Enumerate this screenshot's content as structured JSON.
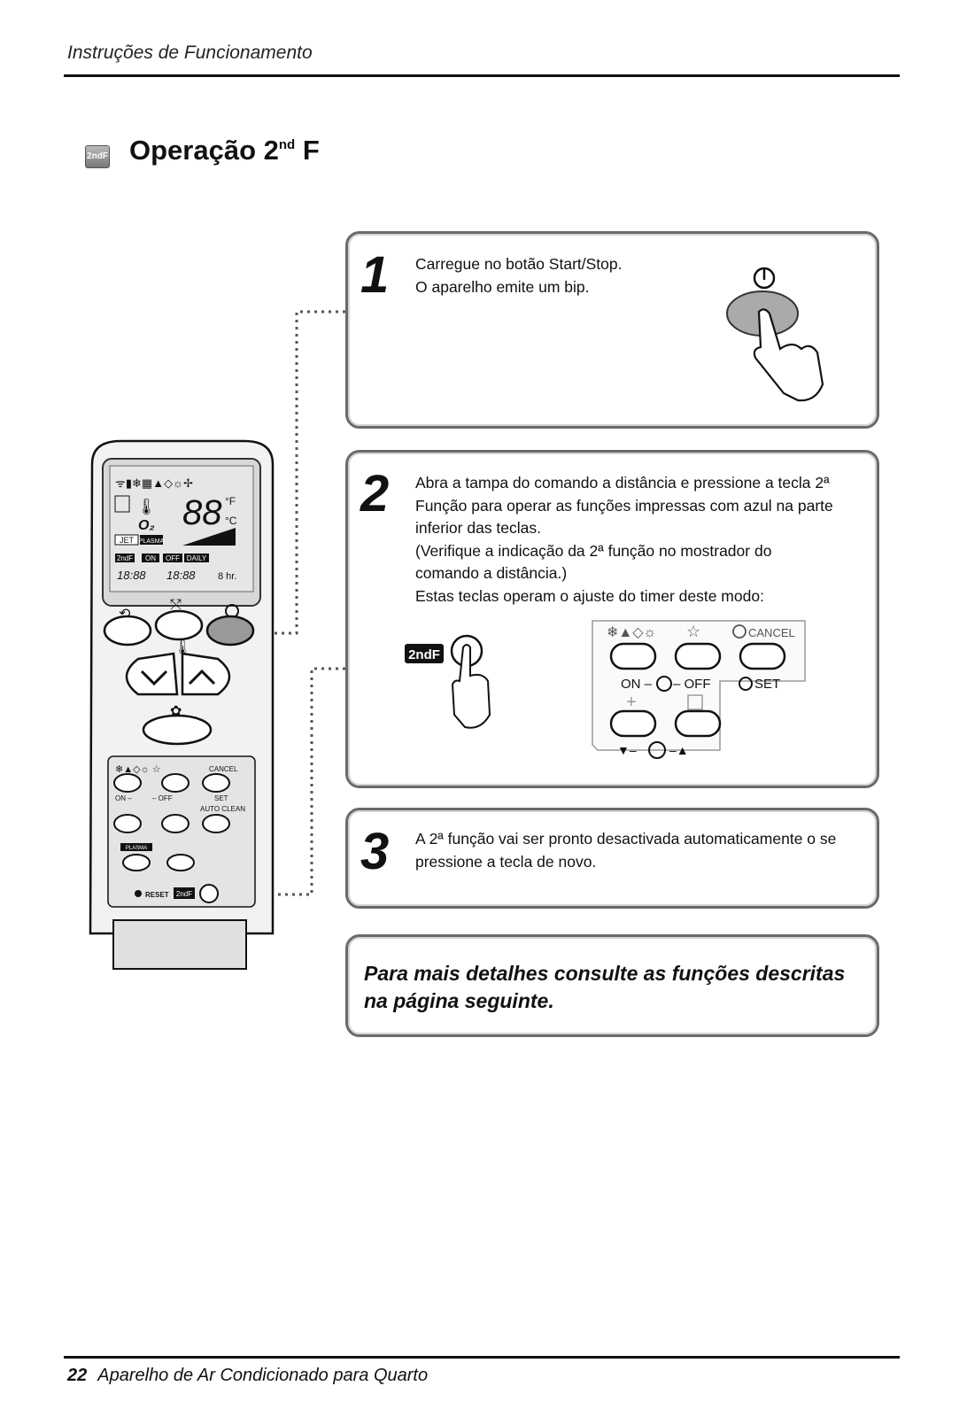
{
  "header": {
    "title": "Instruções de Funcionamento"
  },
  "section": {
    "icon": "2ndF",
    "title_main": "Operação 2",
    "title_sup": "nd",
    "title_end": " F"
  },
  "steps": [
    {
      "num": "1",
      "text": "Carregue no botão Start/Stop.\nO aparelho emite um bip."
    },
    {
      "num": "2",
      "text": "Abra a tampa do comando a distância e pressione a tecla 2ª\nFunção para operar as funções impressas com azul na parte\ninferior das teclas.\n(Verifique a indicação da 2ª função no mostrador do\ncomando a distância.)\nEstas teclas operam o ajuste do timer deste modo:"
    },
    {
      "num": "3",
      "text": "A 2ª função vai ser pronto desactivada automaticamente o se\npressione a tecla de novo."
    }
  ],
  "note": {
    "text": "Para mais detalhes consulte as funções descritas na página seguinte."
  },
  "keypad": {
    "second_f": "2ndF",
    "cancel": "CANCEL",
    "on_off": "ON –",
    "off": "– OFF",
    "set": "SET"
  },
  "remote": {
    "display_temp": "88",
    "unit_f": "°F",
    "unit_c": "°C",
    "jet": "JET",
    "plasma": "PLASMA",
    "on": "ON",
    "off": "OFF",
    "daily": "DAILY",
    "time_a": "18:88",
    "time_b": "18:88",
    "hr": "8 hr.",
    "o2": "O₂",
    "pl_small": "PLASMA",
    "cancel_small": "CANCEL",
    "set_small": "SET",
    "auto_clean": "AUTO CLEAN",
    "on_off_small": "ON –",
    "off_small": "– OFF",
    "reset": "RESET",
    "second_f": "2ndF"
  },
  "footer": {
    "page": "22",
    "title": "Aparelho de Ar Condicionado para Quarto"
  }
}
